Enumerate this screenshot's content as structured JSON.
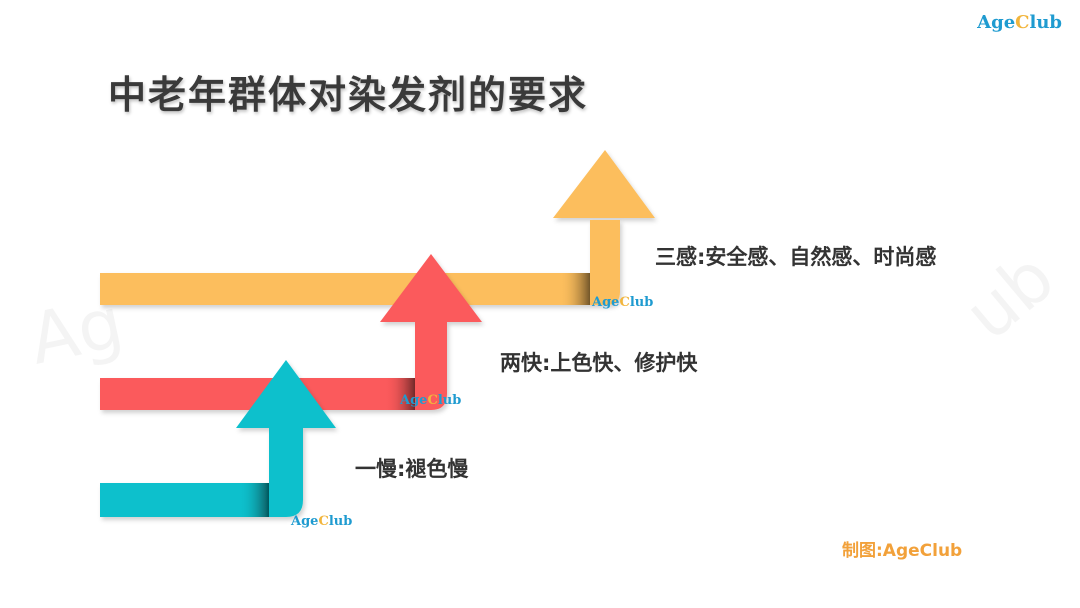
{
  "header": {
    "logo_part1": "Age",
    "logo_c": "C",
    "logo_part2": "lub"
  },
  "title": "中老年群体对染发剂的要求",
  "watermark": {
    "left": "Ag",
    "right": "ub"
  },
  "steps": [
    {
      "label": "一慢:褪色慢",
      "color": "#0cc0cc",
      "logo_part1": "Age",
      "logo_c": "C",
      "logo_part2": "lub"
    },
    {
      "label": "两快:上色快、修护快",
      "color": "#fb5a5b",
      "logo_part1": "Age",
      "logo_c": "C",
      "logo_part2": "lub"
    },
    {
      "label": "三感:安全感、自然感、时尚感",
      "color": "#fcbe5d",
      "logo_part1": "Age",
      "logo_c": "C",
      "logo_part2": "lub"
    }
  ],
  "credit": "制图:AgeClub"
}
